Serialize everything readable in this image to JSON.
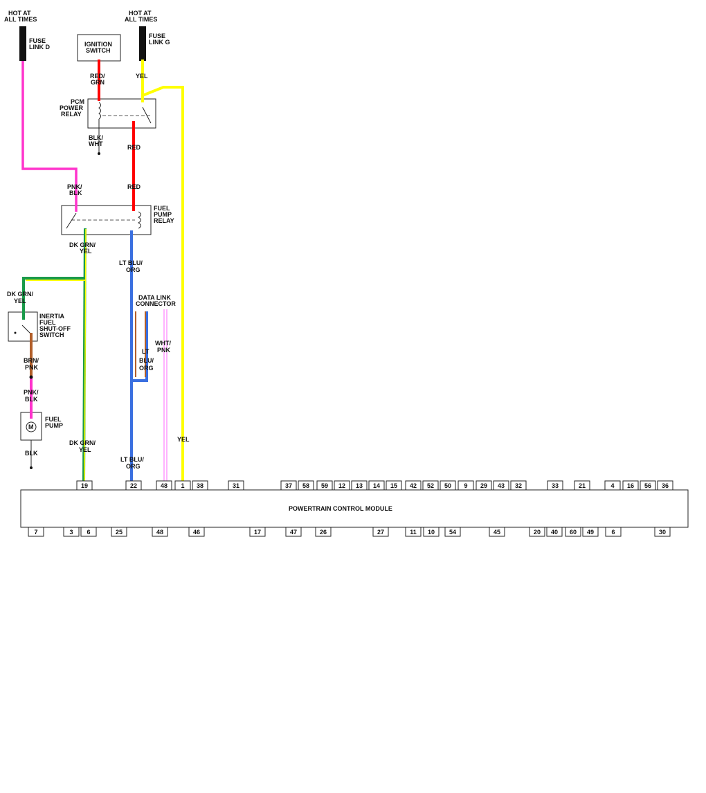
{
  "fuse_d": {
    "hot_line1": "HOT AT",
    "hot_line2": "ALL TIMES",
    "label_line1": "FUSE",
    "label_line2": "LINK D"
  },
  "fuse_g": {
    "hot_line1": "HOT AT",
    "hot_line2": "ALL TIMES",
    "label_line1": "FUSE",
    "label_line2": "LINK G"
  },
  "ignition_switch": {
    "line1": "IGNITION",
    "line2": "SWITCH"
  },
  "pcm_relay": {
    "line1": "PCM",
    "line2": "POWER",
    "line3": "RELAY"
  },
  "fuel_pump_relay": {
    "line1": "FUEL",
    "line2": "PUMP",
    "line3": "RELAY"
  },
  "inertia_switch": {
    "line1": "INERTIA",
    "line2": "FUEL",
    "line3": "SHUT-OFF",
    "line4": "SWITCH"
  },
  "fuel_pump": {
    "line1": "FUEL",
    "line2": "PUMP",
    "motor": "M"
  },
  "data_link": {
    "line1": "DATA LINK",
    "line2": "CONNECTOR"
  },
  "pcm": {
    "title": "POWERTRAIN CONTROL MODULE"
  },
  "wire_labels": {
    "red_grn_1": "RED/",
    "red_grn_2": "GRN",
    "yel_top": "YEL",
    "blk_wht_1": "BLK/",
    "blk_wht_2": "WHT",
    "red_1": "RED",
    "red_2": "RED",
    "pnk_blk_1": "PNK/",
    "pnk_blk_2": "BLK",
    "dkgrn_yel_1a": "DK GRN/",
    "dkgrn_yel_1b": "YEL",
    "ltblu_org_1a": "LT BLU/",
    "ltblu_org_1b": "ORG",
    "dkgrn_yel_2a": "DK GRN/",
    "dkgrn_yel_2b": "YEL",
    "ltblu_org_2a": "LT",
    "ltblu_org_2b": "BLU/",
    "ltblu_org_2c": "ORG",
    "wht_pnk_1": "WHT/",
    "wht_pnk_2": "PNK",
    "brn_pnk_1": "BRN/",
    "brn_pnk_2": "PNK",
    "pnk_blk2_1": "PNK/",
    "pnk_blk2_2": "BLK",
    "yel_long": "YEL",
    "dkgrn_yel_3a": "DK GRN/",
    "dkgrn_yel_3b": "YEL",
    "ltblu_org_3a": "LT BLU/",
    "ltblu_org_3b": "ORG",
    "blk_pump": "BLK"
  },
  "top_pins": [
    "19",
    "22",
    "48",
    "1",
    "38",
    "31",
    "37",
    "58",
    "59",
    "12",
    "13",
    "14",
    "15",
    "42",
    "52",
    "50",
    "9",
    "29",
    "43",
    "32",
    "33",
    "21",
    "4",
    "16",
    "56",
    "36"
  ],
  "bottom_pins": [
    "7",
    "3",
    "6",
    "25",
    "48",
    "46",
    "17",
    "47",
    "26",
    "27",
    "11",
    "10",
    "54",
    "45",
    "20",
    "40",
    "60",
    "49",
    "6",
    "30"
  ],
  "wire_colors": {
    "pink": "#ff33cc",
    "red": "#ff0000",
    "yellow": "#ffff00",
    "green": "#1a9a4a",
    "blue": "#3a6fe0",
    "brown": "#b25f2a",
    "light_pink": "#ff66ff"
  }
}
